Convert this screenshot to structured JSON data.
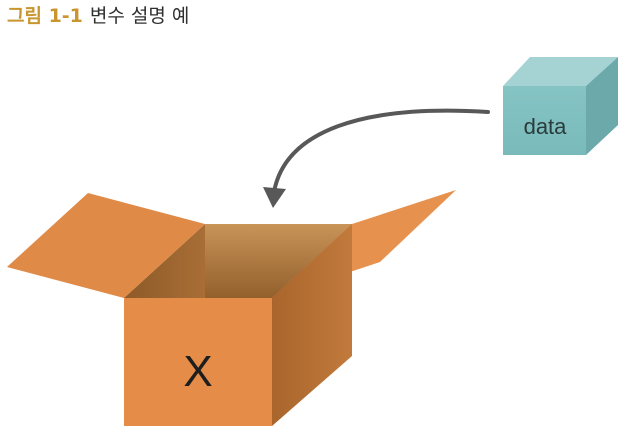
{
  "caption": {
    "label": "그림 1-1",
    "text": "변수 설명 예"
  },
  "diagram": {
    "data_cube_label": "data",
    "box_label": "X"
  },
  "colors": {
    "caption_accent": "#c8952e",
    "cube_front": "#7fbfbf",
    "cube_top": "#a3d4d4",
    "cube_side": "#5fa3a5",
    "box_front": "#e48c48",
    "box_side": "#b97035",
    "arrow": "#555555"
  },
  "icons": {
    "arrow": "curved-arrow-icon"
  }
}
